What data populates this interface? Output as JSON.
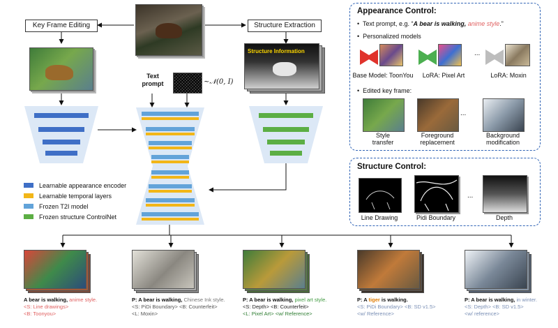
{
  "top": {
    "key_frame_label": "Key Frame Editing",
    "structure_label": "Structure Extraction",
    "structure_info": "Structure Information",
    "text_prompt": "Text\nprompt",
    "noise_formula": "~𝒩(0, I)"
  },
  "legend": [
    {
      "label": "Learnable appearance encoder",
      "color": "#3f6fc6"
    },
    {
      "label": "Learnable temporal layers",
      "color": "#f2b618"
    },
    {
      "label": "Frozen T2I model",
      "color": "#62a3d9"
    },
    {
      "label": "Frozen structure ControlNet",
      "color": "#5cae44"
    }
  ],
  "appearance": {
    "title": "Appearance Control:",
    "bullet1_prefix": "Text prompt, e.g. “",
    "bullet1_quote": "A bear is walking, ",
    "bullet1_style": "anime style",
    "bullet1_suffix": ".”",
    "bullet2": "Personalized models",
    "models": [
      {
        "label": "Base Model: ToonYou",
        "color": "#e0332c"
      },
      {
        "label": "LoRA: Pixel Art",
        "color": "#4caf50"
      },
      {
        "label": "LoRA: Moxin",
        "color": "#bdbdbd"
      }
    ],
    "ellipsis": "...",
    "bullet3": "Edited key frame:",
    "edits": [
      "Style\ntransfer",
      "Foreground\nreplacement",
      "Background\nmodification"
    ]
  },
  "structure": {
    "title": "Structure Control:",
    "items": [
      "Line Drawing",
      "Pidi Boundary",
      "Depth"
    ],
    "ellipsis": "..."
  },
  "outputs": [
    {
      "line1_a": "A bear is walking, ",
      "line1_b": "anime style.",
      "line1_b_color": "#e06060",
      "line2": "<S: Line drawings>",
      "line2_color": "#e06060",
      "line3": "<B: Toonyou>",
      "line3_color": "#e06060"
    },
    {
      "line1_a": "P: A bear is walking, ",
      "line1_b": "Chinese Ink style.",
      "line1_b_color": "#777777",
      "line2": "<S: PiDi Boundary> <B: Counterfeit>",
      "line2_color": "#555555",
      "line3": "<L: Moxin>",
      "line3_color": "#555555"
    },
    {
      "line1_a": "P: A bear is walking, ",
      "line1_b": "pixel art style.",
      "line1_b_color": "#3f9a3f",
      "line2": "<S: Depth> <B: Counterfeit>",
      "line2_color": "#222222",
      "line3": "<L: Pixel Art> <w/ Reference>",
      "line3_color": "#2e7d32"
    },
    {
      "line1_a": "P: A ",
      "line1_b": "tiger",
      "line1_c": " is walking.",
      "line1_b_color": "#e07b00",
      "line2": "<S: PiDi Boundary> <B: SD v1.5>",
      "line2_color": "#7a8fb5",
      "line3": "<w/ Reference>",
      "line3_color": "#7a8fb5"
    },
    {
      "line1_a": "P: A bear is walking, ",
      "line1_b": "in winter.",
      "line1_b_color": "#7a8fb5",
      "line2": "<S: Depth> <B: SD v1.5>",
      "line2_color": "#7a8fb5",
      "line3": "<w/ reference>",
      "line3_color": "#7a8fb5"
    }
  ]
}
